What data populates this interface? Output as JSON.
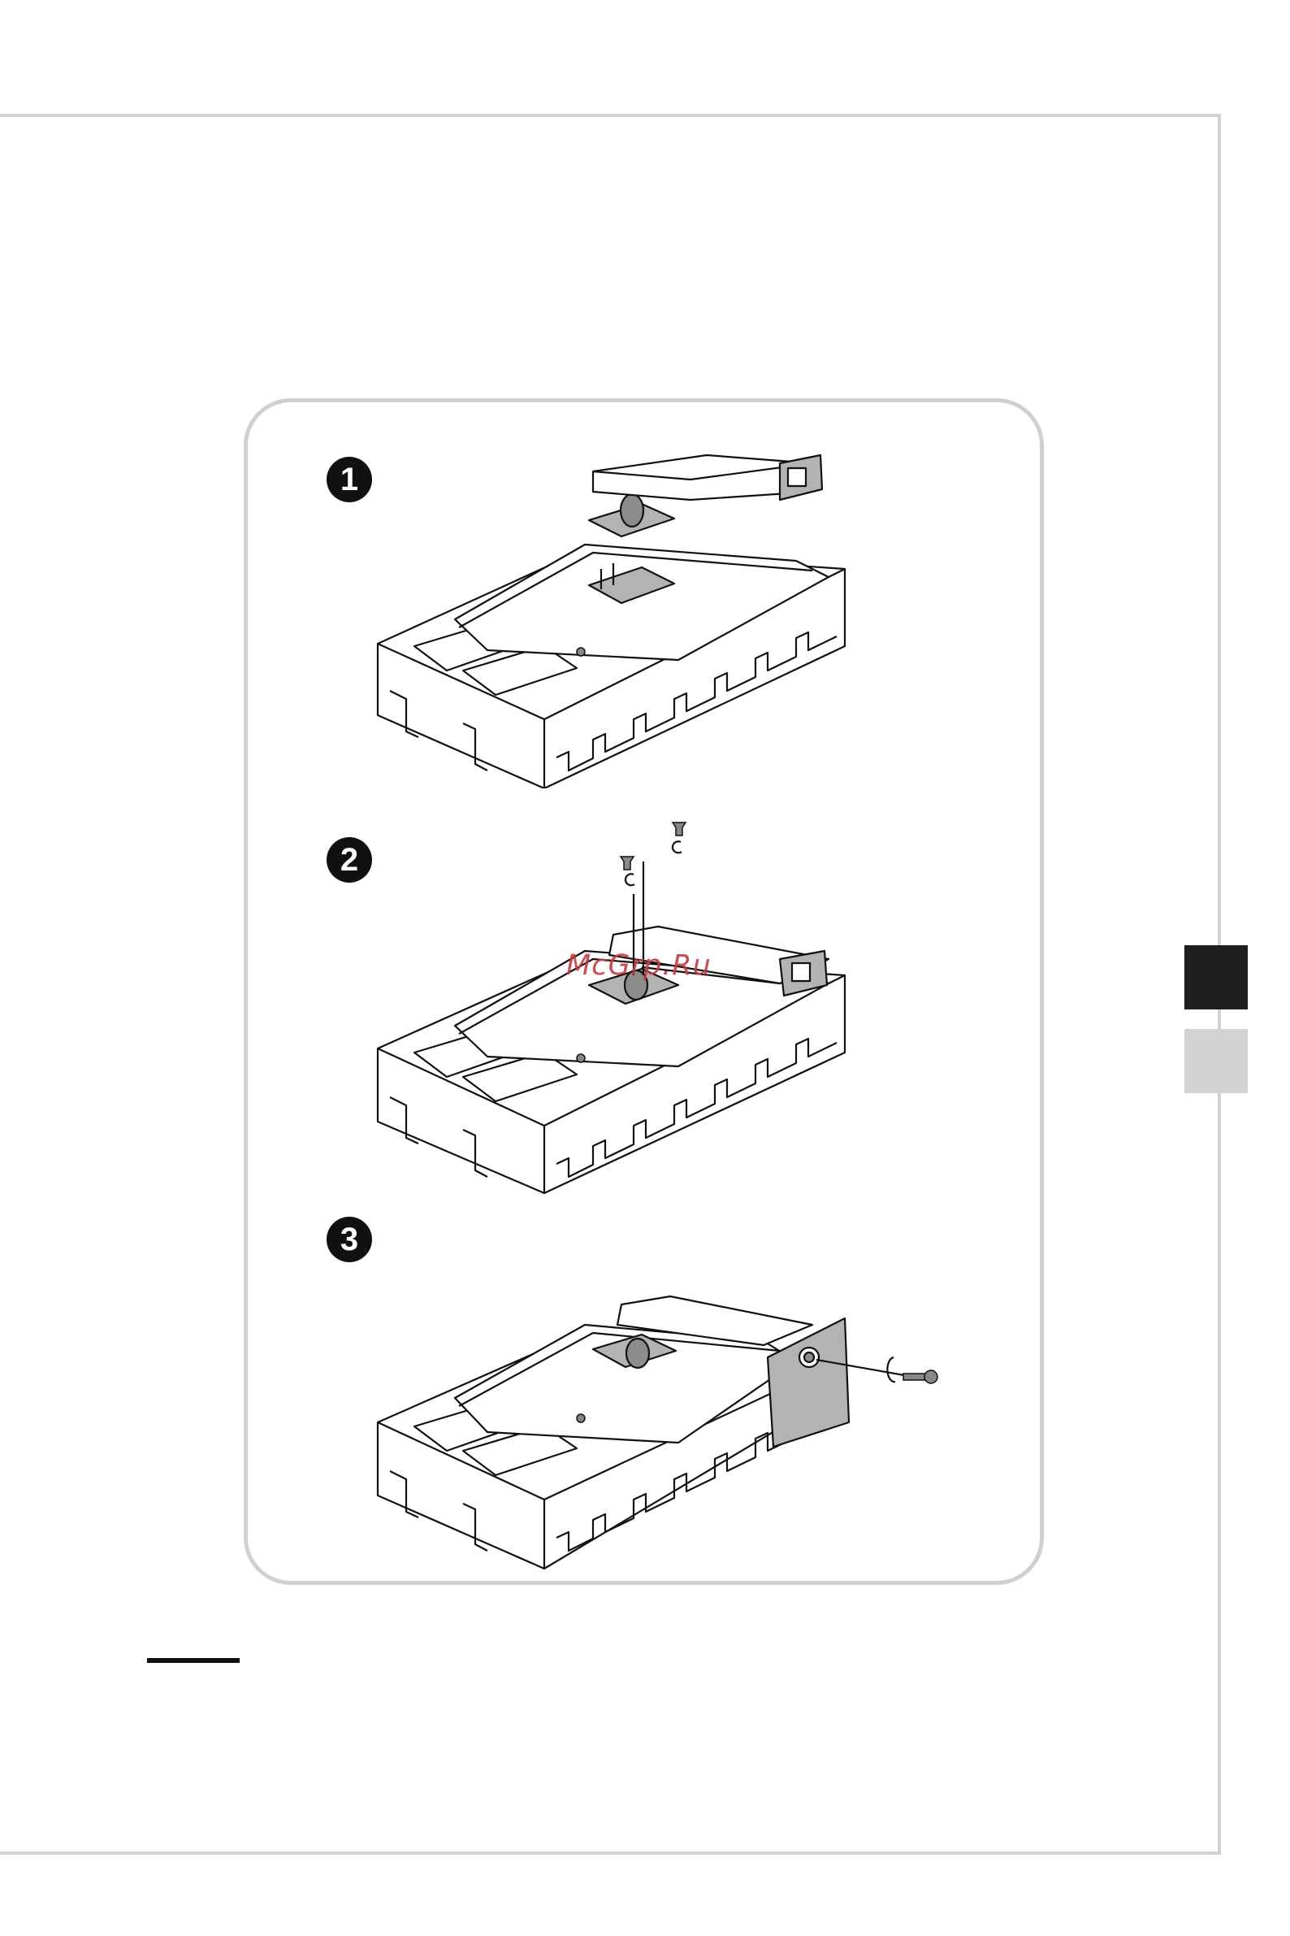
{
  "steps": [
    {
      "number": "1"
    },
    {
      "number": "2"
    },
    {
      "number": "3"
    }
  ],
  "watermark": {
    "text": "McGrp.Ru",
    "color": "#c8383f"
  },
  "side_tabs": {
    "active_color": "#1e1e1e",
    "inactive_color": "#d3d3d3"
  },
  "colors": {
    "panel_border": "#d0d0d0",
    "frame": "#d2d2d2",
    "part_fill": "#b3b3b3"
  }
}
